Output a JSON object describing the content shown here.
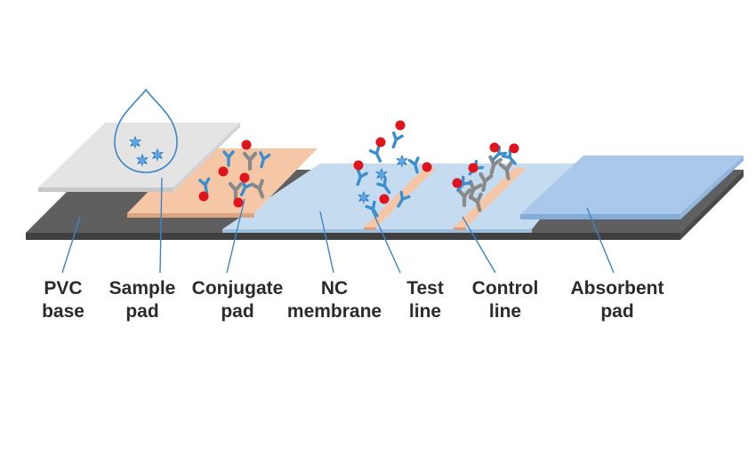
{
  "colors": {
    "pvc_base": "#6f6f6f",
    "sample_pad": "#e6e6e6",
    "conjugate_pad": "#f6c7a6",
    "nc_membrane": "#c5dbf0",
    "absorbent_pad": "#a9c8ea",
    "antibody_blue": "#3b8fd0",
    "antibody_gray": "#8a8a8a",
    "gold_particle": "#e0141c",
    "antigen": "#2f7fc8",
    "leader_line": "#3b86c6"
  },
  "icons": [
    "droplet-icon",
    "antigen-icon",
    "antibody-icon",
    "gold-particle-icon"
  ],
  "labels": [
    {
      "key": "pvc",
      "line1": "PVC",
      "line2": "base"
    },
    {
      "key": "sample",
      "line1": "Sample",
      "line2": "pad"
    },
    {
      "key": "conjugate",
      "line1": "Conjugate",
      "line2": "pad"
    },
    {
      "key": "nc",
      "line1": "NC",
      "line2": "membrane"
    },
    {
      "key": "test",
      "line1": "Test",
      "line2": "line"
    },
    {
      "key": "control",
      "line1": "Control",
      "line2": "line"
    },
    {
      "key": "absorbent",
      "line1": "Absorbent",
      "line2": "pad"
    }
  ]
}
